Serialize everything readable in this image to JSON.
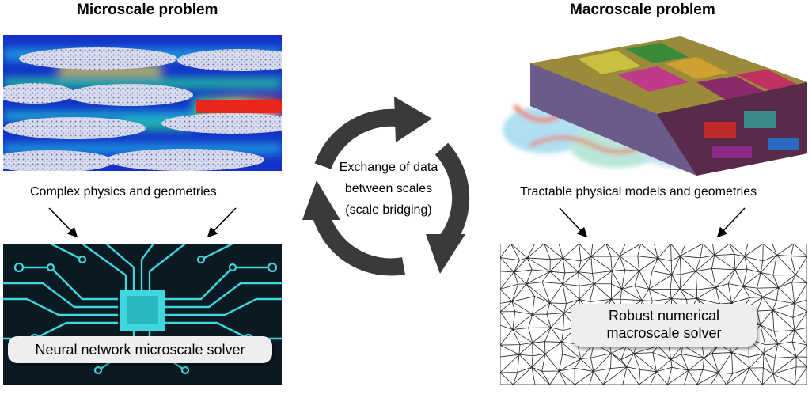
{
  "micro": {
    "title": "Microscale problem",
    "caption": "Complex physics and geometries",
    "solver_label": "Neural network microscale solver"
  },
  "macro": {
    "title": "Macroscale problem",
    "caption": "Tractable physical models and geometries",
    "solver_label_lines": [
      "Robust numerical",
      "macroscale solver"
    ]
  },
  "exchange": {
    "lines": [
      "Exchange of data",
      "between scales",
      "(scale bridging)"
    ]
  },
  "colors": {
    "arrow": "#3a3a3a",
    "circuit_bg": "#0b1a22",
    "circuit_trace": "#3fd6de",
    "field_low": "#1432c8",
    "field_mid": "#22c39a",
    "field_high": "#e8261a"
  }
}
